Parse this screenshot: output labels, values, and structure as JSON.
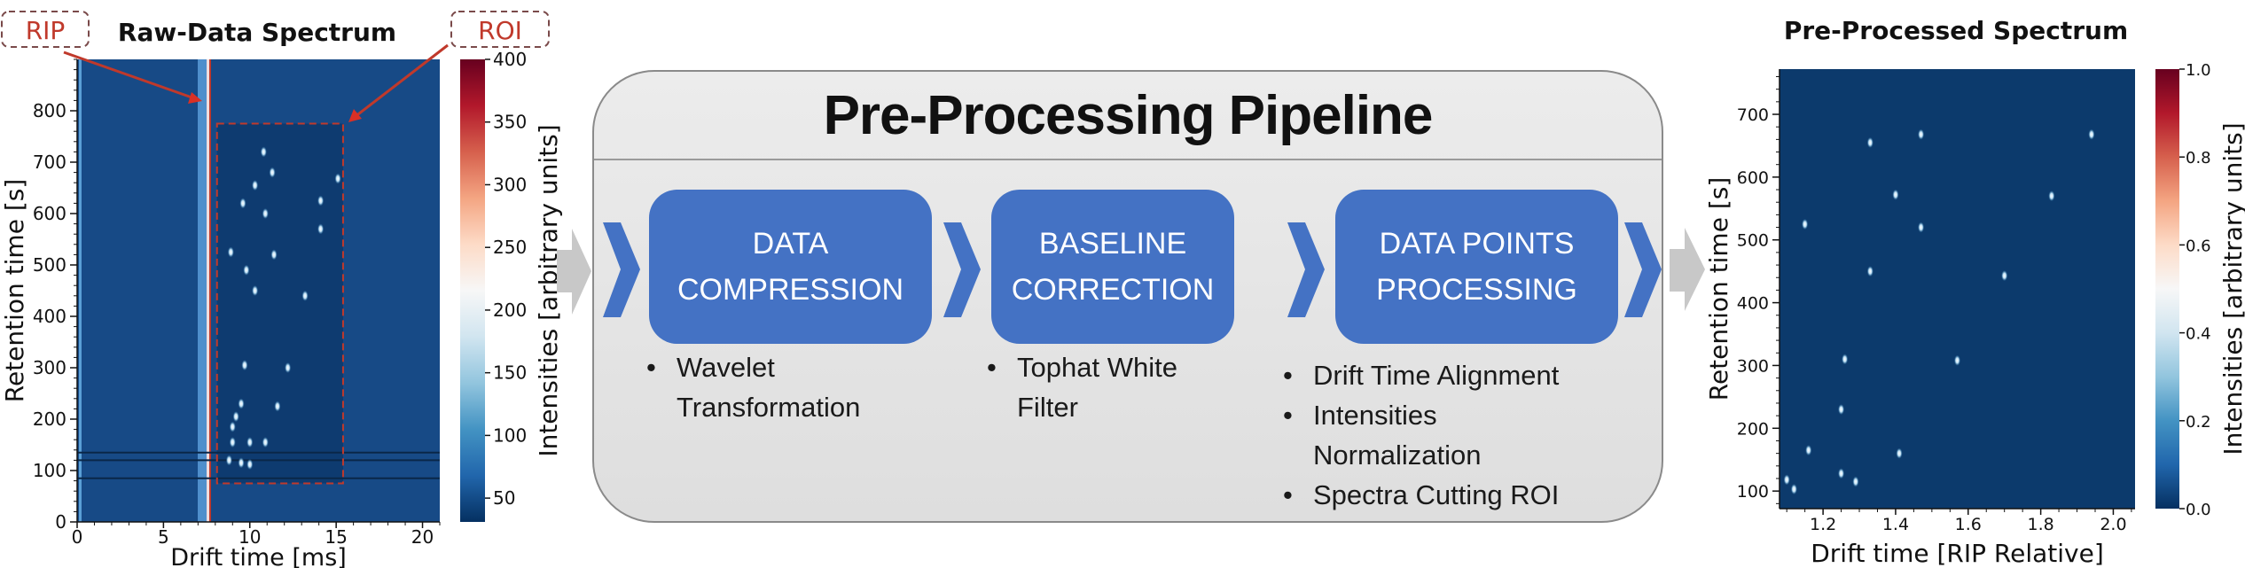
{
  "colors": {
    "step_fill": "#4472c4",
    "chevron": "#4472c4",
    "pipeline_bg": "#e4e4e4",
    "gray_arrow": "#c8c8c8",
    "annotation_red": "#c0392b",
    "colormap": [
      "#053061",
      "#2166ac",
      "#4393c3",
      "#92c5de",
      "#d1e5f0",
      "#f7f7f7",
      "#fddbc7",
      "#f4a582",
      "#d6604d",
      "#b2182b",
      "#67001f"
    ]
  },
  "annotations": {
    "rip_label": "RIP",
    "roi_label": "ROI"
  },
  "pipeline": {
    "title": "Pre-Processing Pipeline",
    "steps": [
      {
        "line1": "DATA",
        "line2": "COMPRESSION",
        "bullets": [
          "Wavelet Transformation"
        ]
      },
      {
        "line1": "BASELINE",
        "line2": "CORRECTION",
        "bullets": [
          "Tophat White Filter"
        ]
      },
      {
        "line1": "DATA POINTS",
        "line2": "PROCESSING",
        "bullets": [
          "Drift Time Alignment",
          "Intensities Normalization",
          "Spectra Cutting ROI"
        ]
      }
    ],
    "icons": [
      "chevron-right-icon",
      "arrow-right-icon"
    ]
  },
  "chart_data": [
    {
      "type": "heatmap",
      "title": "Raw-Data Spectrum",
      "xlabel": "Drift time [ms]",
      "ylabel": "Retention time [s]",
      "xlim": [
        0,
        21
      ],
      "ylim": [
        0,
        900
      ],
      "xticks": [
        0,
        5,
        10,
        15,
        20
      ],
      "yticks": [
        0,
        100,
        200,
        300,
        400,
        500,
        600,
        700,
        800
      ],
      "colorbar": {
        "label": "Intensities [arbitrary units]",
        "range": [
          31,
          400
        ],
        "ticks": [
          50,
          100,
          150,
          200,
          250,
          300,
          350,
          400
        ]
      },
      "rip_drift_time": 7.6,
      "roi": {
        "drift_time": [
          8.1,
          15.4
        ],
        "retention_time": [
          75,
          775
        ]
      },
      "peaks": [
        [
          10.8,
          720
        ],
        [
          11.3,
          680
        ],
        [
          15.1,
          668
        ],
        [
          10.3,
          655
        ],
        [
          9.6,
          620
        ],
        [
          14.1,
          625
        ],
        [
          10.9,
          600
        ],
        [
          14.1,
          570
        ],
        [
          8.9,
          525
        ],
        [
          11.4,
          520
        ],
        [
          9.8,
          490
        ],
        [
          10.3,
          450
        ],
        [
          13.2,
          440
        ],
        [
          9.7,
          305
        ],
        [
          12.2,
          300
        ],
        [
          9.5,
          230
        ],
        [
          11.6,
          225
        ],
        [
          9.2,
          205
        ],
        [
          9.0,
          185
        ],
        [
          9.0,
          155
        ],
        [
          10.0,
          155
        ],
        [
          10.9,
          155
        ],
        [
          8.8,
          120
        ],
        [
          9.5,
          115
        ],
        [
          10.0,
          112
        ]
      ]
    },
    {
      "type": "heatmap",
      "title": "Pre-Processed Spectrum",
      "xlabel": "Drift time [RIP Relative]",
      "ylabel": "Retention time [s]",
      "xlim": [
        1.08,
        2.06
      ],
      "ylim": [
        72,
        772
      ],
      "xticks": [
        1.2,
        1.4,
        1.6,
        1.8,
        2.0
      ],
      "yticks": [
        100,
        200,
        300,
        400,
        500,
        600,
        700
      ],
      "colorbar": {
        "label": "Intensities [arbitrary units]",
        "range": [
          0.0,
          1.0
        ],
        "ticks": [
          0.0,
          0.2,
          0.4,
          0.6,
          0.8,
          1.0
        ]
      },
      "peaks": [
        [
          1.15,
          525
        ],
        [
          1.47,
          520
        ],
        [
          1.33,
          450
        ],
        [
          1.7,
          443
        ],
        [
          1.26,
          310
        ],
        [
          1.57,
          308
        ],
        [
          1.25,
          230
        ],
        [
          1.16,
          165
        ],
        [
          1.41,
          160
        ],
        [
          1.25,
          128
        ],
        [
          1.29,
          115
        ],
        [
          1.12,
          103
        ],
        [
          1.1,
          118
        ],
        [
          1.33,
          655
        ],
        [
          1.83,
          570
        ],
        [
          1.4,
          572
        ],
        [
          1.47,
          668
        ],
        [
          1.94,
          668
        ]
      ]
    }
  ]
}
